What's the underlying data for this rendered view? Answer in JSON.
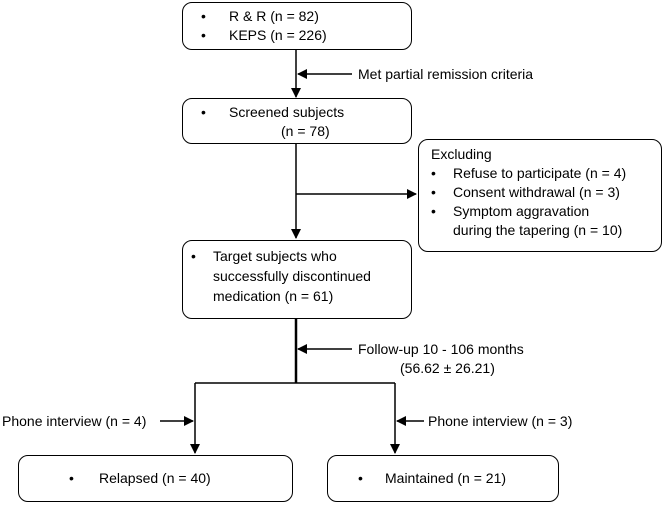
{
  "box1": {
    "items": [
      "R & R (n = 82)",
      "KEPS (n = 226)"
    ]
  },
  "label_criteria": "Met partial remission criteria",
  "box2": {
    "line1": "Screened subjects",
    "line2": "(n = 78)"
  },
  "excluding": {
    "title": "Excluding",
    "items": [
      "Refuse to participate (n = 4)",
      "Consent withdrawal (n = 3)",
      "Symptom aggravation"
    ],
    "item3_line2": "during the tapering (n = 10)"
  },
  "box3": {
    "lines": [
      "Target subjects who",
      "successfully discontinued",
      "medication (n = 61)"
    ]
  },
  "followup": {
    "line1": "Follow-up 10 - 106 months",
    "line2": "(56.62 ± 26.21)"
  },
  "phone_left": "Phone interview (n = 4)",
  "phone_right": "Phone interview (n = 3)",
  "box_relapsed": "Relapsed (n = 40)",
  "box_maintained": "Maintained (n = 21)",
  "bullet": "•"
}
